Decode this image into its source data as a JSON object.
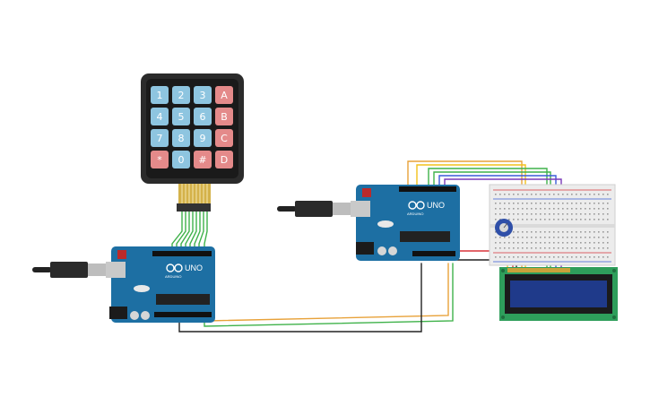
{
  "keypad": {
    "rows": [
      [
        "1",
        "2",
        "3",
        "A"
      ],
      [
        "4",
        "5",
        "6",
        "B"
      ],
      [
        "7",
        "8",
        "9",
        "C"
      ],
      [
        "*",
        "0",
        "#",
        "D"
      ]
    ],
    "digit_color": "#8ec5e0",
    "letter_color": "#e48a8a"
  },
  "arduino_left": {
    "brand": "UNO",
    "logo_text": "ARDUINO"
  },
  "arduino_right": {
    "brand": "UNO",
    "logo_text": "ARDUINO"
  },
  "colors": {
    "board": "#1d6fa3",
    "board_dark": "#15577f",
    "wire_orange": "#e8a23a",
    "wire_green": "#3fb24a",
    "wire_black": "#222222",
    "wire_blue": "#3a5bd9",
    "wire_red": "#d9343a",
    "wire_yellow": "#f2c21b",
    "lcd_board": "#2e9e5b",
    "lcd_screen": "#1f3a8a",
    "breadboard": "#ececec"
  },
  "icons": {
    "usb_cable": "usb-cable-icon",
    "potentiometer": "potentiometer-icon",
    "lcd": "lcd-display-icon"
  }
}
